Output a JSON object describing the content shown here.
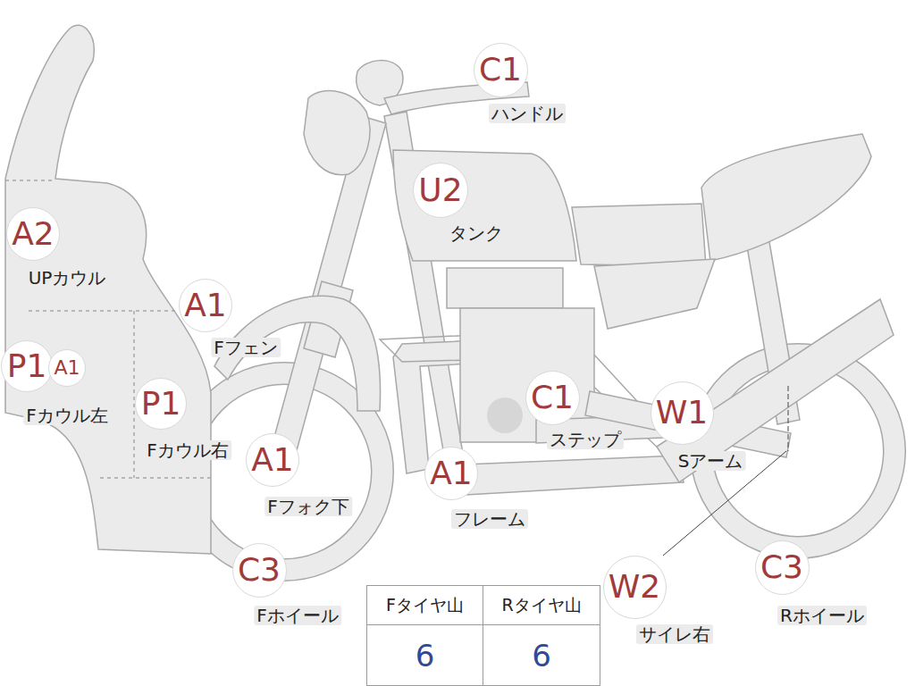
{
  "diagram": {
    "nodes": [
      {
        "text": [
          "C1",
          "ハンドル"
        ]
      },
      {
        "text": [
          "U2",
          "タンク"
        ]
      },
      {
        "text": [
          "A2",
          "UPカウル"
        ]
      },
      {
        "text": [
          "A1",
          "Fフェン"
        ]
      },
      {
        "text": [
          "P1",
          "Fカウル左"
        ]
      },
      {
        "text": [
          "A1"
        ]
      },
      {
        "text": [
          "C1",
          "ステップ"
        ]
      },
      {
        "text": [
          "P1",
          "Fカウル右"
        ]
      },
      {
        "text": [
          "W1",
          "Sアーム"
        ]
      },
      {
        "text": [
          "A1",
          "Fフォク下"
        ]
      },
      {
        "text": [
          "A1",
          "フレーム"
        ]
      },
      {
        "text": [
          "C3",
          "Fホイール"
        ]
      },
      {
        "text": [
          "C3",
          "Rホイール"
        ]
      },
      {
        "text": [
          "W2",
          "サイレ右"
        ]
      }
    ],
    "labels": [
      "Fタイヤ山",
      "Rタイヤ山",
      "6",
      "6"
    ]
  }
}
